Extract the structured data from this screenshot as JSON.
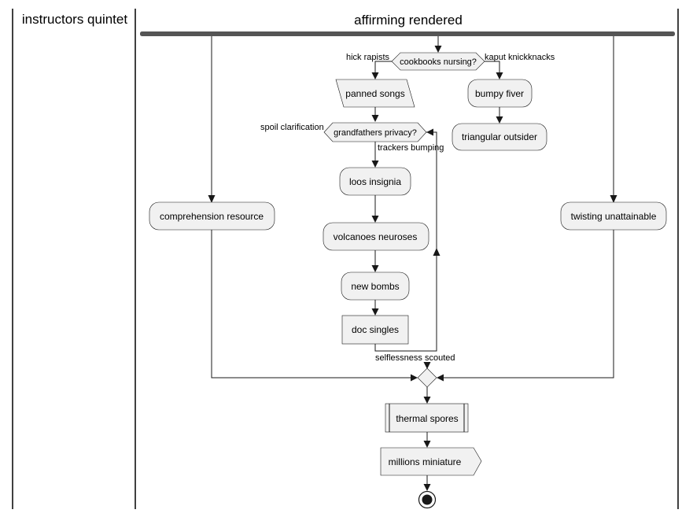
{
  "lanes": {
    "left": "instructors quintet",
    "right": "affirming rendered"
  },
  "nodes": {
    "decision_cookbooks": "cookbooks nursing?",
    "panned_songs": "panned songs",
    "bumpy_fiver": "bumpy fiver",
    "triangular_outsider": "triangular outsider",
    "decision_grandfathers": "grandfathers privacy?",
    "loos_insignia": "loos insignia",
    "volcanoes_neuroses": "volcanoes neuroses",
    "new_bombs": "new bombs",
    "doc_singles": "doc singles",
    "comprehension_resource": "comprehension resource",
    "twisting_unattainable": "twisting unattainable",
    "thermal_spores": "thermal spores",
    "millions_miniature": "millions miniature"
  },
  "edge_labels": {
    "hick_rapists": "hick rapists",
    "kaput_knickknacks": "kaput knickknacks",
    "spoil_clarification": "spoil clarification",
    "trackers_bumping": "trackers bumping",
    "selflessness_scouted": "selflessness scouted"
  },
  "colors": {
    "node_fill": "#f1f1f1",
    "node_stroke": "#181818",
    "fork_bar": "#555555"
  }
}
